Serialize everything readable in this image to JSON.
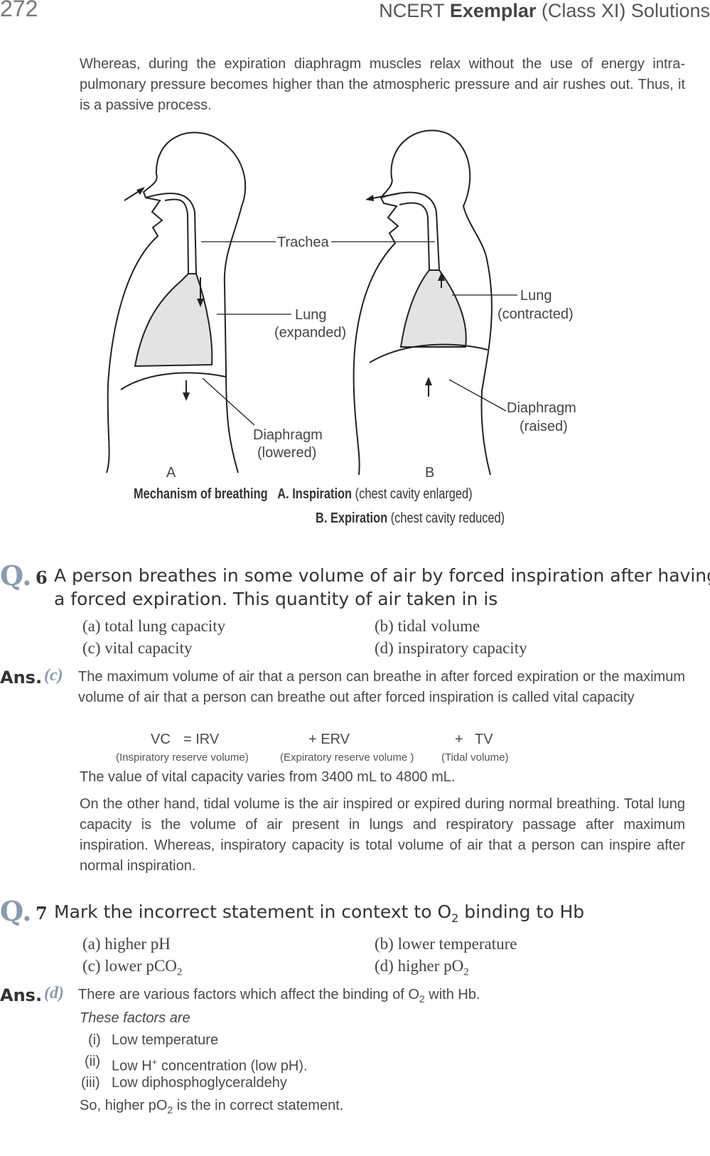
{
  "header": {
    "page_number": "272",
    "title_prefix": "NCERT",
    "title_bold": "Exemplar",
    "title_suffix": "(Class XI) Solutions"
  },
  "intro_paragraph": "Whereas, during the expiration diaphragm muscles relax without the use of energy intra-pulmonary pressure becomes higher than the atmospheric pressure and air rushes out. Thus, it is a passive process.",
  "figure": {
    "labels": {
      "trachea": "Trachea",
      "lung_a": "Lung",
      "lung_a_state": "(expanded)",
      "lung_b": "Lung",
      "lung_b_state": "(contracted)",
      "diaphragm_a": "Diaphragm",
      "diaphragm_a_state": "(lowered)",
      "diaphragm_b": "Diaphragm",
      "diaphragm_b_state": "(raised)",
      "panel_a": "A",
      "panel_b": "B"
    },
    "caption": {
      "title": "Mechanism of breathing",
      "a_bold": "A. Inspiration",
      "a_rest": "(chest cavity enlarged)",
      "b_bold": "B. Expiration",
      "b_rest": "(chest cavity reduced)"
    }
  },
  "q6": {
    "label": "Q.",
    "number": "6",
    "line1": "A person breathes in some volume of air by forced inspiration after having",
    "line2": "a forced expiration. This quantity of air taken in is",
    "options": {
      "a": "(a) total lung capacity",
      "b": "(b) tidal volume",
      "c": "(c) vital capacity",
      "d": "(d) inspiratory capacity"
    },
    "answer_label": "Ans.",
    "answer_letter": "(c)",
    "answer_text": "The maximum volume of air that a person can breathe in after forced expiration or the maximum volume of air that a person can breathe out after forced inspiration is called vital capacity",
    "formula": {
      "vc": "VC",
      "eq_irv": "= IRV",
      "erv": "+ ERV",
      "tv": "+   TV",
      "irv_note": "(Inspiratory reserve volume)",
      "erv_note": "(Expiratory reserve volume )",
      "tv_note": "(Tidal volume)"
    },
    "range_text": "The value of vital capacity varies from 3400 mL to 4800 mL.",
    "other_text": "On the other hand, tidal volume is the air inspired or expired during normal breathing. Total lung capacity is the volume of air present  in lungs and respiratory passage after maximum inspiration. Whereas, inspiratory capacity is total volume of air that a person can inspire after normal inspiration."
  },
  "q7": {
    "label": "Q.",
    "number": "7",
    "text": "Mark the incorrect statement in context to O",
    "text_sub": "2",
    "text_end": "binding to Hb",
    "options": {
      "a": "(a) higher pH",
      "b": "(b) lower temperature",
      "c": "(c) lower pCO",
      "c_sub": "2",
      "d": "(d) higher pO",
      "d_sub": "2"
    },
    "answer_label": "Ans.",
    "answer_letter": "(d)",
    "answer_text": "There are various factors which affect the binding of O",
    "answer_sub": "2",
    "answer_end": "with Hb.",
    "factors_intro": "These factors are",
    "factors": {
      "i_num": "(i)",
      "i_text": "Low temperature",
      "ii_num": "(ii)",
      "ii_text_a": "Low H",
      "ii_sup": "+",
      "ii_text_b": "concentration (low pH).",
      "iii_num": "(iii)",
      "iii_text": "Low diphosphoglyceraldehy"
    },
    "conclusion_a": "So, higher pO",
    "conclusion_sub": "2",
    "conclusion_b": "is the in correct statement."
  }
}
